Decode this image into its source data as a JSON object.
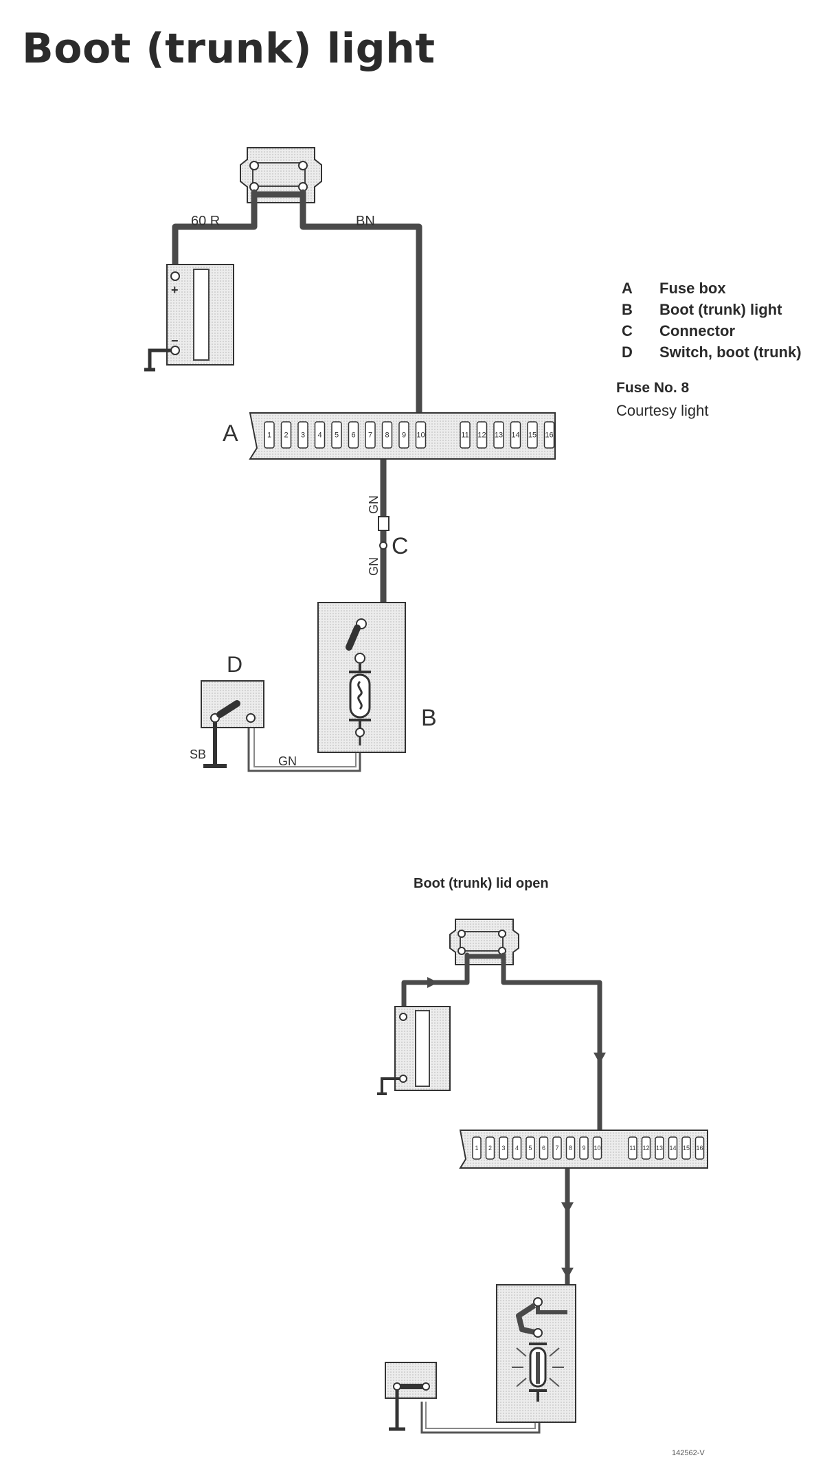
{
  "title": "Boot (trunk) light",
  "legend": [
    {
      "key": "A",
      "text": "Fuse box"
    },
    {
      "key": "B",
      "text": "Boot (trunk) light"
    },
    {
      "key": "C",
      "text": "Connector"
    },
    {
      "key": "D",
      "text": "Switch, boot (trunk)"
    }
  ],
  "fuse": {
    "title": "Fuse No. 8",
    "description": "Courtesy light"
  },
  "diagram_labels": {
    "a": "A",
    "b": "B",
    "c": "C",
    "d": "D",
    "wire_battery": "60 R",
    "wire_bn": "BN",
    "wire_gn": "GN",
    "ground": "SB",
    "battery_plus": "+",
    "battery_minus": "−"
  },
  "fuse_numbers": [
    "1",
    "2",
    "3",
    "4",
    "5",
    "6",
    "7",
    "8",
    "9",
    "10",
    "11",
    "12",
    "13",
    "14",
    "15",
    "16"
  ],
  "lower_diagram_title": "Boot (trunk) lid open",
  "reference": "142562-V",
  "colors": {
    "wire": "#4a4a4a",
    "component_fill": "#e3e3e3",
    "outline": "#333333"
  }
}
